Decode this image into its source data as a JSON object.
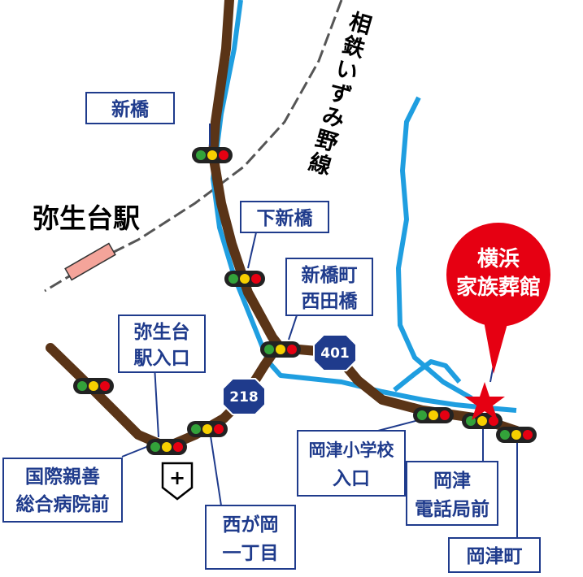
{
  "railway": {
    "name_line1": "相鉄いずみ野線",
    "chars": [
      "相",
      "鉄",
      "い",
      "ず",
      "み",
      "野",
      "線"
    ]
  },
  "station": {
    "name": "弥生台駅"
  },
  "routes": {
    "r401": "401",
    "r218": "218"
  },
  "destination": {
    "line1": "横浜",
    "line2": "家族葬館"
  },
  "hospital_symbol": "+",
  "intersections": {
    "shinbashi": {
      "lines": [
        "新橋"
      ]
    },
    "shimo_shinbashi": {
      "lines": [
        "下新橋"
      ]
    },
    "shinbashicho": {
      "lines": [
        "新橋町",
        "西田橋"
      ]
    },
    "yayoidai_iriguchi": {
      "lines": [
        "弥生台",
        "駅入口"
      ]
    },
    "kokusai": {
      "lines": [
        "国際親善",
        "総合病院前"
      ]
    },
    "nishigaoka": {
      "lines": [
        "西が岡",
        "一丁目"
      ]
    },
    "okazu_school": {
      "lines": [
        "岡津小学校",
        "入口"
      ]
    },
    "okazu_denwa": {
      "lines": [
        "岡津",
        "電話局前"
      ]
    },
    "okazucho": {
      "lines": [
        "岡津町"
      ]
    }
  },
  "colors": {
    "road": "#5a3417",
    "river": "#1f9ee0",
    "label_border": "#1f3b8c",
    "label_text": "#1f3b8c",
    "destination": "#e60012",
    "shield": "#1f3b8c",
    "station_box": "#f4a49a"
  }
}
